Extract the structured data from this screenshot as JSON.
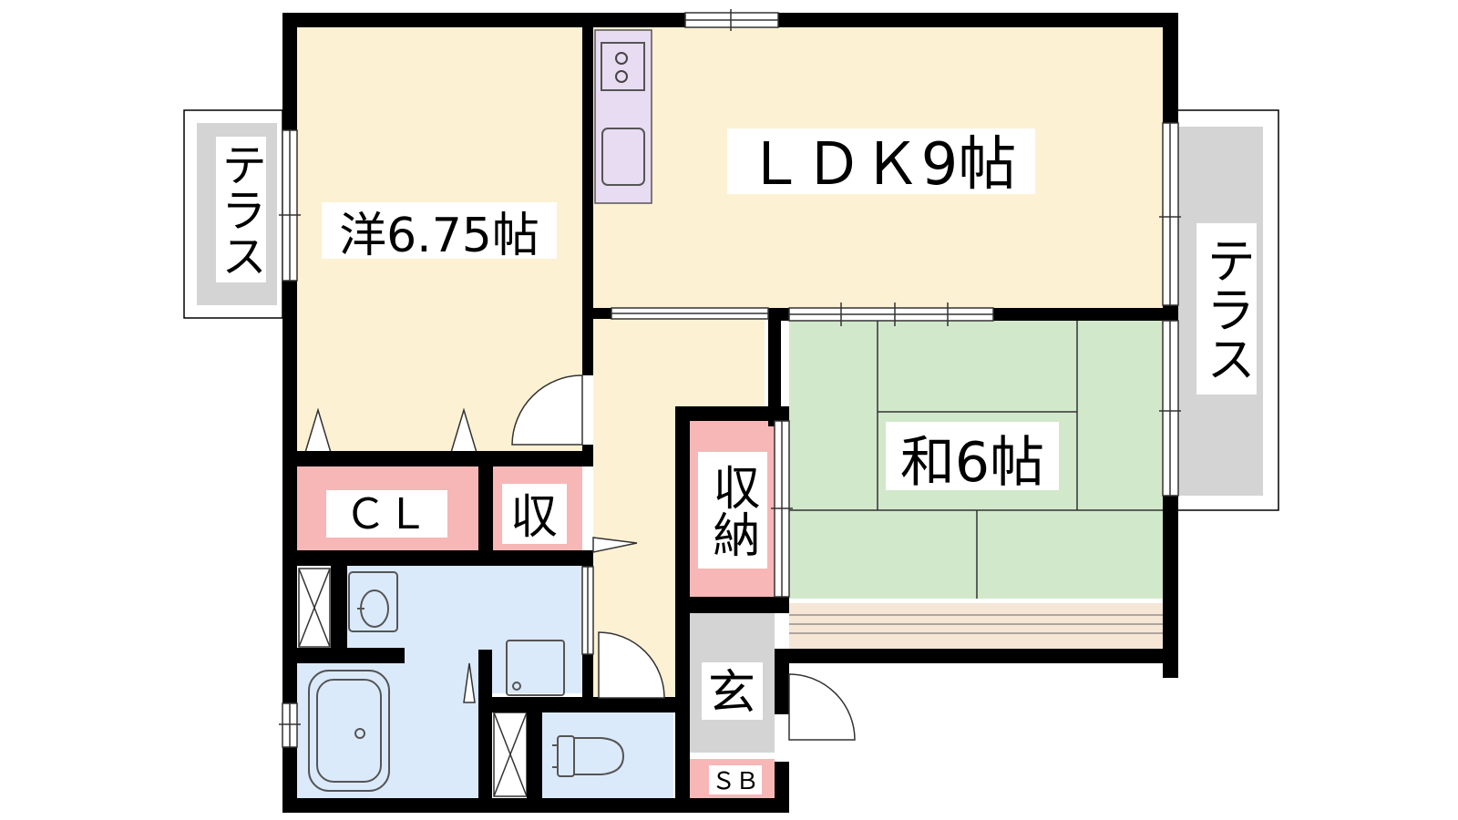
{
  "rooms": {
    "western": "洋6.75帖",
    "ldk": "ＬＤＫ9帖",
    "japanese": "和6帖",
    "closet": "ＣＬ",
    "storage_small": "収",
    "storage_tall": "収納",
    "entrance": "玄",
    "shoe_box": "ＳＢ"
  },
  "terraces": {
    "left": "テラス",
    "right": "テラス"
  },
  "colors": {
    "wall": "#000000",
    "living_floor": "#fdf1d3",
    "tatami": "#d2e8cb",
    "wet_area": "#dbeafb",
    "storage": "#f7b7b7",
    "kitchen": "#e8dcf3",
    "terrace": "#d4d4d4",
    "entrance": "#d4d4d4",
    "engawa": "#f5e6d6"
  }
}
